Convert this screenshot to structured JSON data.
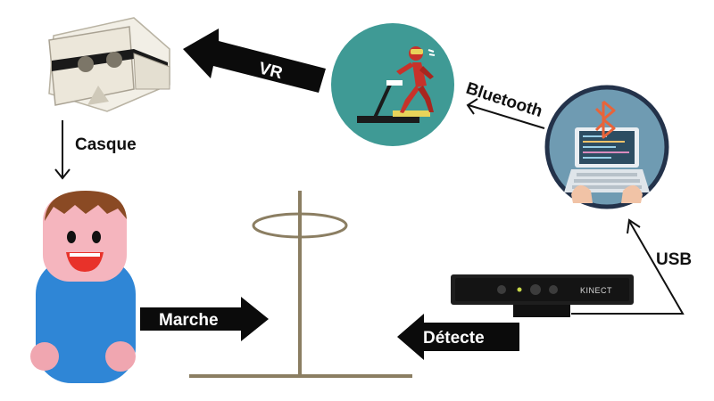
{
  "labels": {
    "vr": "VR",
    "bluetooth": "Bluetooth",
    "casque": "Casque",
    "usb": "USB",
    "marche": "Marche",
    "detecte": "Détecte"
  },
  "devices": {
    "kinect_brand": "KINECT"
  },
  "icons": {
    "headset": "vr-headset-icon",
    "runner": "treadmill-runner-icon",
    "laptop": "laptop-bluetooth-icon",
    "user": "user-avatar-icon",
    "sensor": "kinect-sensor-icon",
    "platform": "treadmill-frame-icon"
  },
  "colors": {
    "teal_circle": "#3f9a95",
    "slate_circle": "#6f9bb2",
    "arrow_black": "#0b0b0b",
    "avatar_body": "#2f86d6",
    "avatar_hair": "#8a4a24",
    "frame": "#8b7e62",
    "runner_red": "#c8322a"
  }
}
